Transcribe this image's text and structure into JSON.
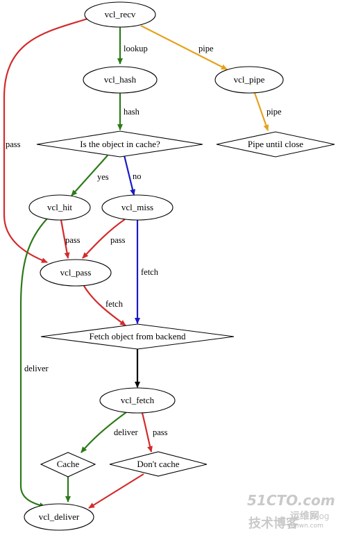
{
  "colors": {
    "green": "#2a7a17",
    "red": "#d42a2a",
    "orange": "#e6a21d",
    "blue": "#1a1ac4",
    "black": "#000000"
  },
  "nodes": {
    "vcl_recv": "vcl_recv",
    "vcl_hash": "vcl_hash",
    "vcl_pipe": "vcl_pipe",
    "in_cache": "Is the object in cache?",
    "pipe_close": "Pipe until close",
    "vcl_hit": "vcl_hit",
    "vcl_miss": "vcl_miss",
    "vcl_pass": "vcl_pass",
    "fetch_backend": "Fetch object from backend",
    "vcl_fetch": "vcl_fetch",
    "cache": "Cache",
    "dont_cache": "Don't cache",
    "vcl_deliver": "vcl_deliver"
  },
  "edges": {
    "recv_hash": "lookup",
    "recv_pipe": "pipe",
    "recv_pass": "pass",
    "hash_cache": "hash",
    "pipe_close": "pipe",
    "cache_hit": "yes",
    "cache_miss": "no",
    "hit_pass": "pass",
    "miss_pass": "pass",
    "miss_fetch": "fetch",
    "pass_fetch": "fetch",
    "hit_deliver": "deliver",
    "fetch_to_vclfetch": "",
    "vclfetch_cache": "deliver",
    "vclfetch_dontcache": "pass",
    "cache_deliver": "",
    "dontcache_deliver": ""
  },
  "watermark": {
    "site": "51CTO.com",
    "cn_left": "技术博客",
    "cn_right": "运维网",
    "domain": "yunwn.com",
    "blog": "Blog"
  }
}
